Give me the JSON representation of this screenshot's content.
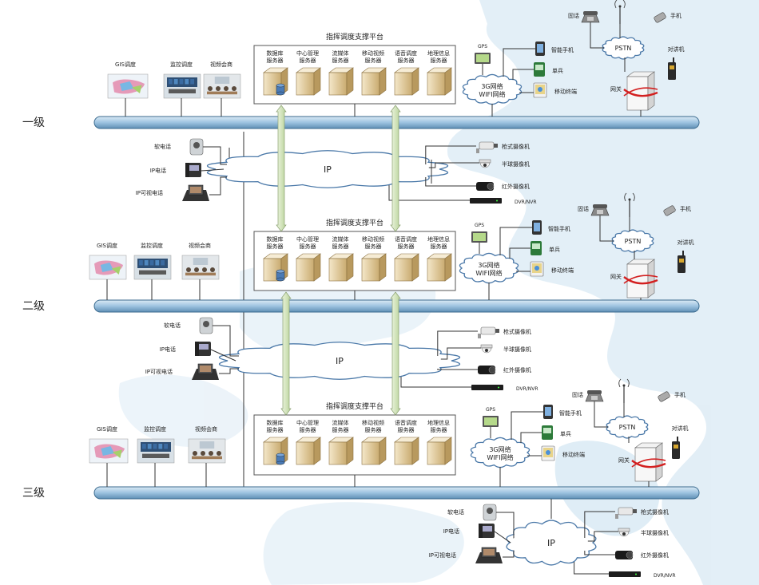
{
  "levels": [
    {
      "label": "一级",
      "platform": {
        "title": "指挥调度支撑平台",
        "servers": [
          {
            "line1": "数据库",
            "line2": "服务器"
          },
          {
            "line1": "中心管理",
            "line2": "服务器"
          },
          {
            "line1": "流媒体",
            "line2": "服务器"
          },
          {
            "line1": "移动视频",
            "line2": "服务器"
          },
          {
            "line1": "语音调度",
            "line2": "服务器"
          },
          {
            "line1": "地理信息",
            "line2": "服务器"
          }
        ]
      },
      "apps": [
        "GIS调度",
        "监控调度",
        "视频会商"
      ],
      "mobile": {
        "gps": "GPS",
        "net_line1": "3G网络",
        "net_line2": "WIFI网络",
        "devices": [
          "智能手机",
          "单兵",
          "移动终端"
        ]
      },
      "pstn": {
        "name": "PSTN",
        "landline": "固话",
        "cellphone": "手机",
        "walkie": "对讲机",
        "gateway": "网关"
      }
    },
    {
      "label": "二级",
      "platform": {
        "title": "指挥调度支撑平台",
        "servers": [
          {
            "line1": "数据库",
            "line2": "服务器"
          },
          {
            "line1": "中心管理",
            "line2": "服务器"
          },
          {
            "line1": "流媒体",
            "line2": "服务器"
          },
          {
            "line1": "移动视频",
            "line2": "服务器"
          },
          {
            "line1": "语音调度",
            "line2": "服务器"
          },
          {
            "line1": "地理信息",
            "line2": "服务器"
          }
        ]
      },
      "apps": [
        "GIS调度",
        "监控调度",
        "视频会商"
      ],
      "mobile": {
        "gps": "GPS",
        "net_line1": "3G网络",
        "net_line2": "WIFI网络",
        "devices": [
          "智能手机",
          "单兵",
          "移动终端"
        ]
      },
      "pstn": {
        "name": "PSTN",
        "landline": "固话",
        "cellphone": "手机",
        "walkie": "对讲机",
        "gateway": "网关"
      }
    },
    {
      "label": "三级",
      "platform": {
        "title": "指挥调度支撑平台",
        "servers": [
          {
            "line1": "数据库",
            "line2": "服务器"
          },
          {
            "line1": "中心管理",
            "line2": "服务器"
          },
          {
            "line1": "流媒体",
            "line2": "服务器"
          },
          {
            "line1": "移动视频",
            "line2": "服务器"
          },
          {
            "line1": "语音调度",
            "line2": "服务器"
          },
          {
            "line1": "地理信息",
            "line2": "服务器"
          }
        ]
      },
      "apps": [
        "GIS调度",
        "监控调度",
        "视频会商"
      ],
      "mobile": {
        "gps": "GPS",
        "net_line1": "3G网络",
        "net_line2": "WIFI网络",
        "devices": [
          "智能手机",
          "单兵",
          "移动终端"
        ]
      },
      "pstn": {
        "name": "PSTN",
        "landline": "固话",
        "cellphone": "手机",
        "walkie": "对讲机",
        "gateway": "网关"
      }
    }
  ],
  "ip_clouds": [
    {
      "label": "IP",
      "phones": [
        "软电话",
        "IP电话",
        "IP可视电话"
      ],
      "cameras": [
        "枪式摄像机",
        "半球摄像机",
        "红外摄像机",
        "DVR/NVR"
      ]
    },
    {
      "label": "IP",
      "phones": [
        "软电话",
        "IP电话",
        "IP可视电话"
      ],
      "cameras": [
        "枪式摄像机",
        "半球摄像机",
        "红外摄像机",
        "DVR/NVR"
      ]
    },
    {
      "label": "IP",
      "phones": [
        "软电话",
        "IP电话",
        "IP可视电话"
      ],
      "cameras": [
        "枪式摄像机",
        "半球摄像机",
        "红外摄像机",
        "DVR/NVR"
      ]
    }
  ],
  "colors": {
    "bus_fill": "#9dc3e0",
    "bus_stroke": "#3a6a8e",
    "cloud_fill": "#ffffff",
    "cloud_stroke": "#4a78a8",
    "arrow_fill": "#d8e9c2",
    "arrow_stroke": "#8aa070",
    "map_bg": "#cfe3f1",
    "server_fill": "#e6d3a8",
    "line": "#333333"
  }
}
